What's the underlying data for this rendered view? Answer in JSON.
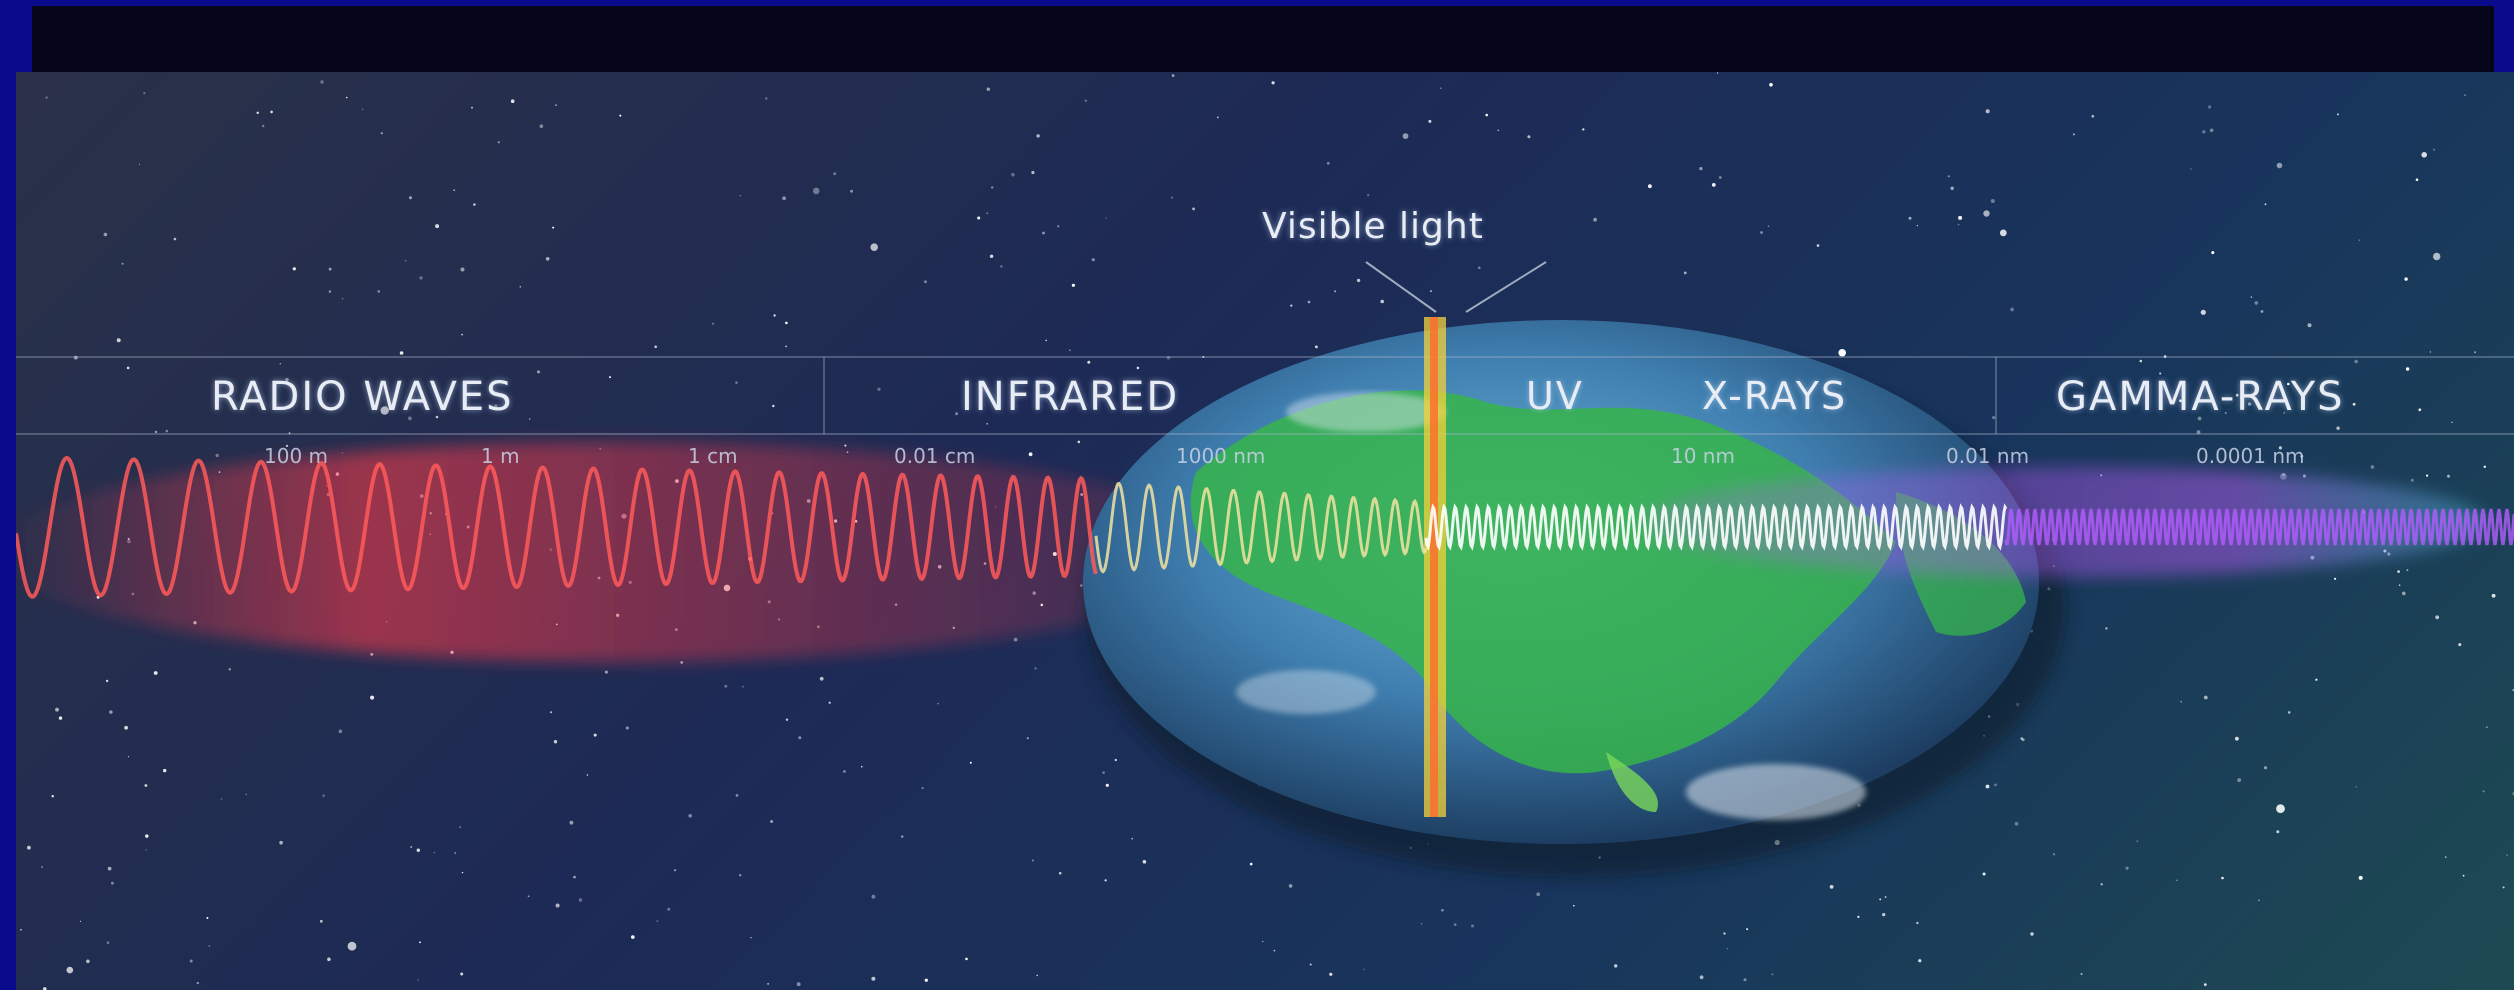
{
  "callout": "Visible light",
  "bands": [
    {
      "name": "radio",
      "label": "RADIO WAVES"
    },
    {
      "name": "infrared",
      "label": "INFRARED"
    },
    {
      "name": "uv",
      "label": "UV"
    },
    {
      "name": "xrays",
      "label": "X-RAYS"
    },
    {
      "name": "gamma",
      "label": "GAMMA-RAYS"
    }
  ],
  "wavelength_ticks": [
    "100 m",
    "1 m",
    "1 cm",
    "0.01 cm",
    "1000 nm",
    "10 nm",
    "0.01 nm",
    "0.0001 nm"
  ],
  "colors": {
    "page_background": "#0a0a8c",
    "wave_radio": "#ff5a5a",
    "wave_visible": "#f4d23a",
    "wave_uv": "#ffffff",
    "wave_gamma": "#b35cff",
    "earth_land": "#36b44a",
    "earth_ocean": "#3f7fb0"
  }
}
